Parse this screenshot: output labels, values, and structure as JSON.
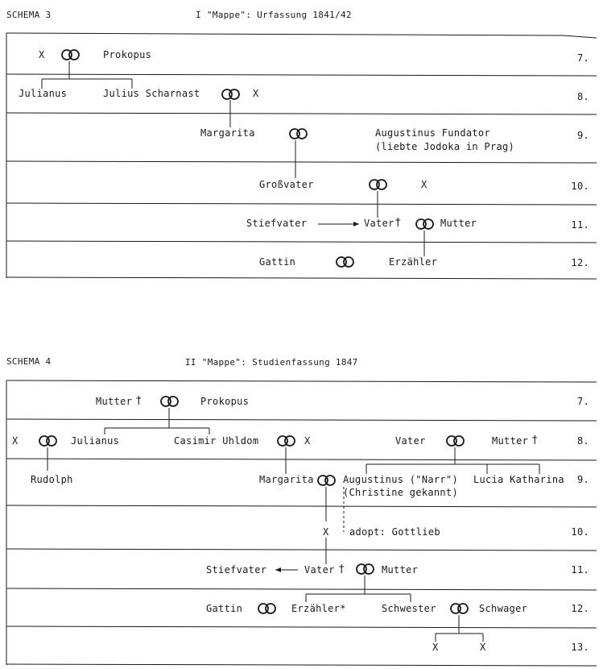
{
  "schema3": {
    "label": "SCHEMA 3",
    "title": "I \"Mappe\": Urfassung 1841/42",
    "rows": {
      "r7": {
        "number": "7.",
        "x": "X",
        "name": "Prokopus"
      },
      "r8": {
        "number": "8.",
        "julianus": "Julianus",
        "julius": "Julius Scharnast",
        "x": "X"
      },
      "r9": {
        "number": "9.",
        "margarita": "Margarita",
        "augustinus": "Augustinus Fundator",
        "note": "(liebte Jodoka in Prag)"
      },
      "r10": {
        "number": "10.",
        "grossvater": "Großvater",
        "x": "X"
      },
      "r11": {
        "number": "11.",
        "stiefvater": "Stiefvater",
        "vater": "Vater",
        "dagger": "†",
        "mutter": "Mutter"
      },
      "r12": {
        "number": "12.",
        "gattin": "Gattin",
        "erzaehler": "Erzähler"
      }
    }
  },
  "schema4": {
    "label": "SCHEMA 4",
    "title": "II \"Mappe\": Studienfassung 1847",
    "rows": {
      "r7": {
        "number": "7.",
        "mutter": "Mutter",
        "dagger": "†",
        "prokopus": "Prokopus"
      },
      "r8": {
        "number": "8.",
        "x1": "X",
        "julianus": "Julianus",
        "casimir": "Casimir Uhldom",
        "x2": "X",
        "vater": "Vater",
        "mutter": "Mutter",
        "dagger": "†"
      },
      "r9": {
        "number": "9.",
        "rudolph": "Rudolph",
        "margarita": "Margarita",
        "augustinus": "Augustinus (\"Narr\")",
        "lucia": "Lucia Katharina",
        "note": "(Christine gekannt)"
      },
      "r10": {
        "number": "10.",
        "x": "X",
        "adopt": "adopt: Gottlieb"
      },
      "r11": {
        "number": "11.",
        "stiefvater": "Stiefvater",
        "vater": "Vater",
        "dagger": "†",
        "mutter": "Mutter"
      },
      "r12": {
        "number": "12.",
        "gattin": "Gattin",
        "erzaehler": "Erzähler*",
        "schwester": "Schwester",
        "schwager": "Schwager"
      },
      "r13": {
        "number": "13.",
        "x1": "X",
        "x2": "X"
      }
    }
  },
  "colors": {
    "ink": "#1a1a1a",
    "background": "#ffffff"
  },
  "icons": {
    "marriage": "interlocking-rings-icon",
    "deceased": "dagger-icon",
    "descent": "arrow-icon"
  }
}
